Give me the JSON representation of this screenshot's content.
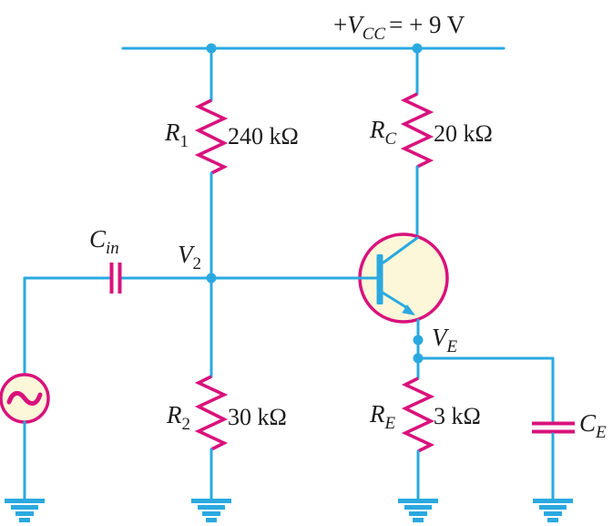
{
  "colors": {
    "wire": "#2aa9e0",
    "component": "#d9127c",
    "fill": "#fcf7d9",
    "text": "#1c1c1c",
    "background": "#ffffff"
  },
  "supply": {
    "plus": "+",
    "symbol": "V",
    "sub": "CC",
    "value": "= + 9 V"
  },
  "components": {
    "r1": {
      "name": "R",
      "sub": "1",
      "value": "240 kΩ"
    },
    "rc": {
      "name": "R",
      "sub": "C",
      "value": "20 kΩ"
    },
    "r2": {
      "name": "R",
      "sub": "2",
      "value": "30 kΩ"
    },
    "re": {
      "name": "R",
      "sub": "E",
      "value": "3 kΩ"
    },
    "cin": {
      "name": "C",
      "sub": "in"
    },
    "ce": {
      "name": "C",
      "sub": "E"
    }
  },
  "nodes": {
    "v2": {
      "name": "V",
      "sub": "2"
    },
    "ve": {
      "name": "V",
      "sub": "E"
    }
  }
}
